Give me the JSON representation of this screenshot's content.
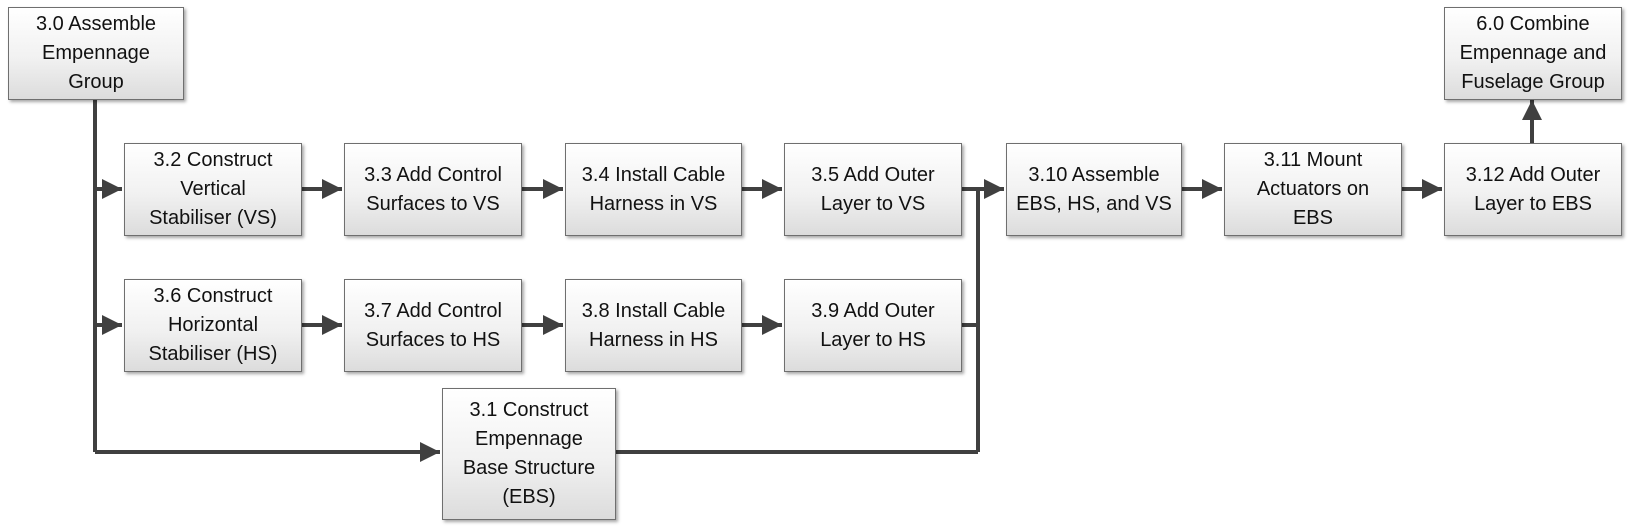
{
  "diagram": {
    "nodes": [
      {
        "id": "n30",
        "label": "3.0 Assemble\nEmpennage\nGroup"
      },
      {
        "id": "n32",
        "label": "3.2 Construct\nVertical\nStabiliser (VS)"
      },
      {
        "id": "n33",
        "label": "3.3 Add Control\nSurfaces to VS"
      },
      {
        "id": "n34",
        "label": "3.4 Install Cable\nHarness in VS"
      },
      {
        "id": "n35",
        "label": "3.5 Add Outer\nLayer to VS"
      },
      {
        "id": "n310",
        "label": "3.10 Assemble\nEBS, HS, and VS"
      },
      {
        "id": "n311",
        "label": "3.11 Mount\nActuators on\nEBS"
      },
      {
        "id": "n312",
        "label": "3.12 Add Outer\nLayer to EBS"
      },
      {
        "id": "n60",
        "label": "6.0 Combine\nEmpennage and\nFuselage Group"
      },
      {
        "id": "n36",
        "label": "3.6 Construct\nHorizontal\nStabiliser (HS)"
      },
      {
        "id": "n37",
        "label": "3.7 Add Control\nSurfaces to HS"
      },
      {
        "id": "n38",
        "label": "3.8 Install Cable\nHarness in HS"
      },
      {
        "id": "n39",
        "label": "3.9 Add Outer\nLayer to HS"
      },
      {
        "id": "n31",
        "label": "3.1 Construct\nEmpennage\nBase Structure\n(EBS)"
      }
    ],
    "edges": [
      {
        "from": "n30",
        "to": "n32"
      },
      {
        "from": "n30",
        "to": "n36"
      },
      {
        "from": "n30",
        "to": "n31"
      },
      {
        "from": "n32",
        "to": "n33"
      },
      {
        "from": "n33",
        "to": "n34"
      },
      {
        "from": "n34",
        "to": "n35"
      },
      {
        "from": "n35",
        "to": "n310"
      },
      {
        "from": "n36",
        "to": "n37"
      },
      {
        "from": "n37",
        "to": "n38"
      },
      {
        "from": "n38",
        "to": "n39"
      },
      {
        "from": "n39",
        "to": "n310"
      },
      {
        "from": "n31",
        "to": "n310"
      },
      {
        "from": "n310",
        "to": "n311"
      },
      {
        "from": "n311",
        "to": "n312"
      },
      {
        "from": "n312",
        "to": "n60"
      }
    ],
    "colors": {
      "line": "#404040",
      "node_border": "#6f6f6f",
      "text": "#111111"
    }
  }
}
